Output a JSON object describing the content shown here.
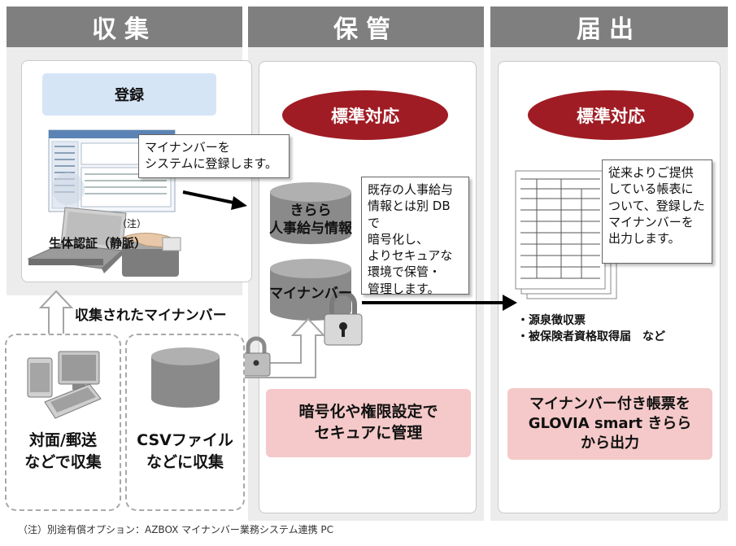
{
  "columns": [
    {
      "title": "収集"
    },
    {
      "title": "保管"
    },
    {
      "title": "届出"
    }
  ],
  "collect": {
    "register_label": "登録",
    "callout": "マイナンバーを\nシステムに登録します。",
    "biometric_label": "生体認証（静脈）",
    "biometric_note_mark": "（注）",
    "collected_label": "収集されたマイナンバー",
    "source_paper": "対面/郵送\nなどで収集",
    "source_csv": "CSVファイル\nなどに収集"
  },
  "storage": {
    "badge": "標準対応",
    "db_payroll": "きらら\n人事給与情報",
    "db_mynumber": "マイナンバー",
    "callout": "既存の人事給与\n情報とは別 DB で\n暗号化し、\nよりセキュアな\n環境で保管・\n管理します。",
    "summary": "暗号化や権限設定で\nセキュアに管理"
  },
  "report": {
    "badge": "標準対応",
    "callout": "従来よりご提供\nしている帳表に\nついて、登録した\nマイナンバーを\n出力します。",
    "forms": [
      "・源泉徴収票",
      "・被保険者資格取得届　など"
    ],
    "summary": "マイナンバー付き帳票を\nGLOVIA smart きらら\nから出力"
  },
  "footnote": "（注）別途有償オプション：AZBOX マイナンバー業務システム連携 PC",
  "colors": {
    "header_bg": "#7f7f7f",
    "column_bg": "#ececec",
    "badge_red": "#a01c24",
    "summary_pink": "#f5c9c9",
    "register_blue": "#d6e5f6",
    "cylinder_gray": "#8a8a8a"
  }
}
